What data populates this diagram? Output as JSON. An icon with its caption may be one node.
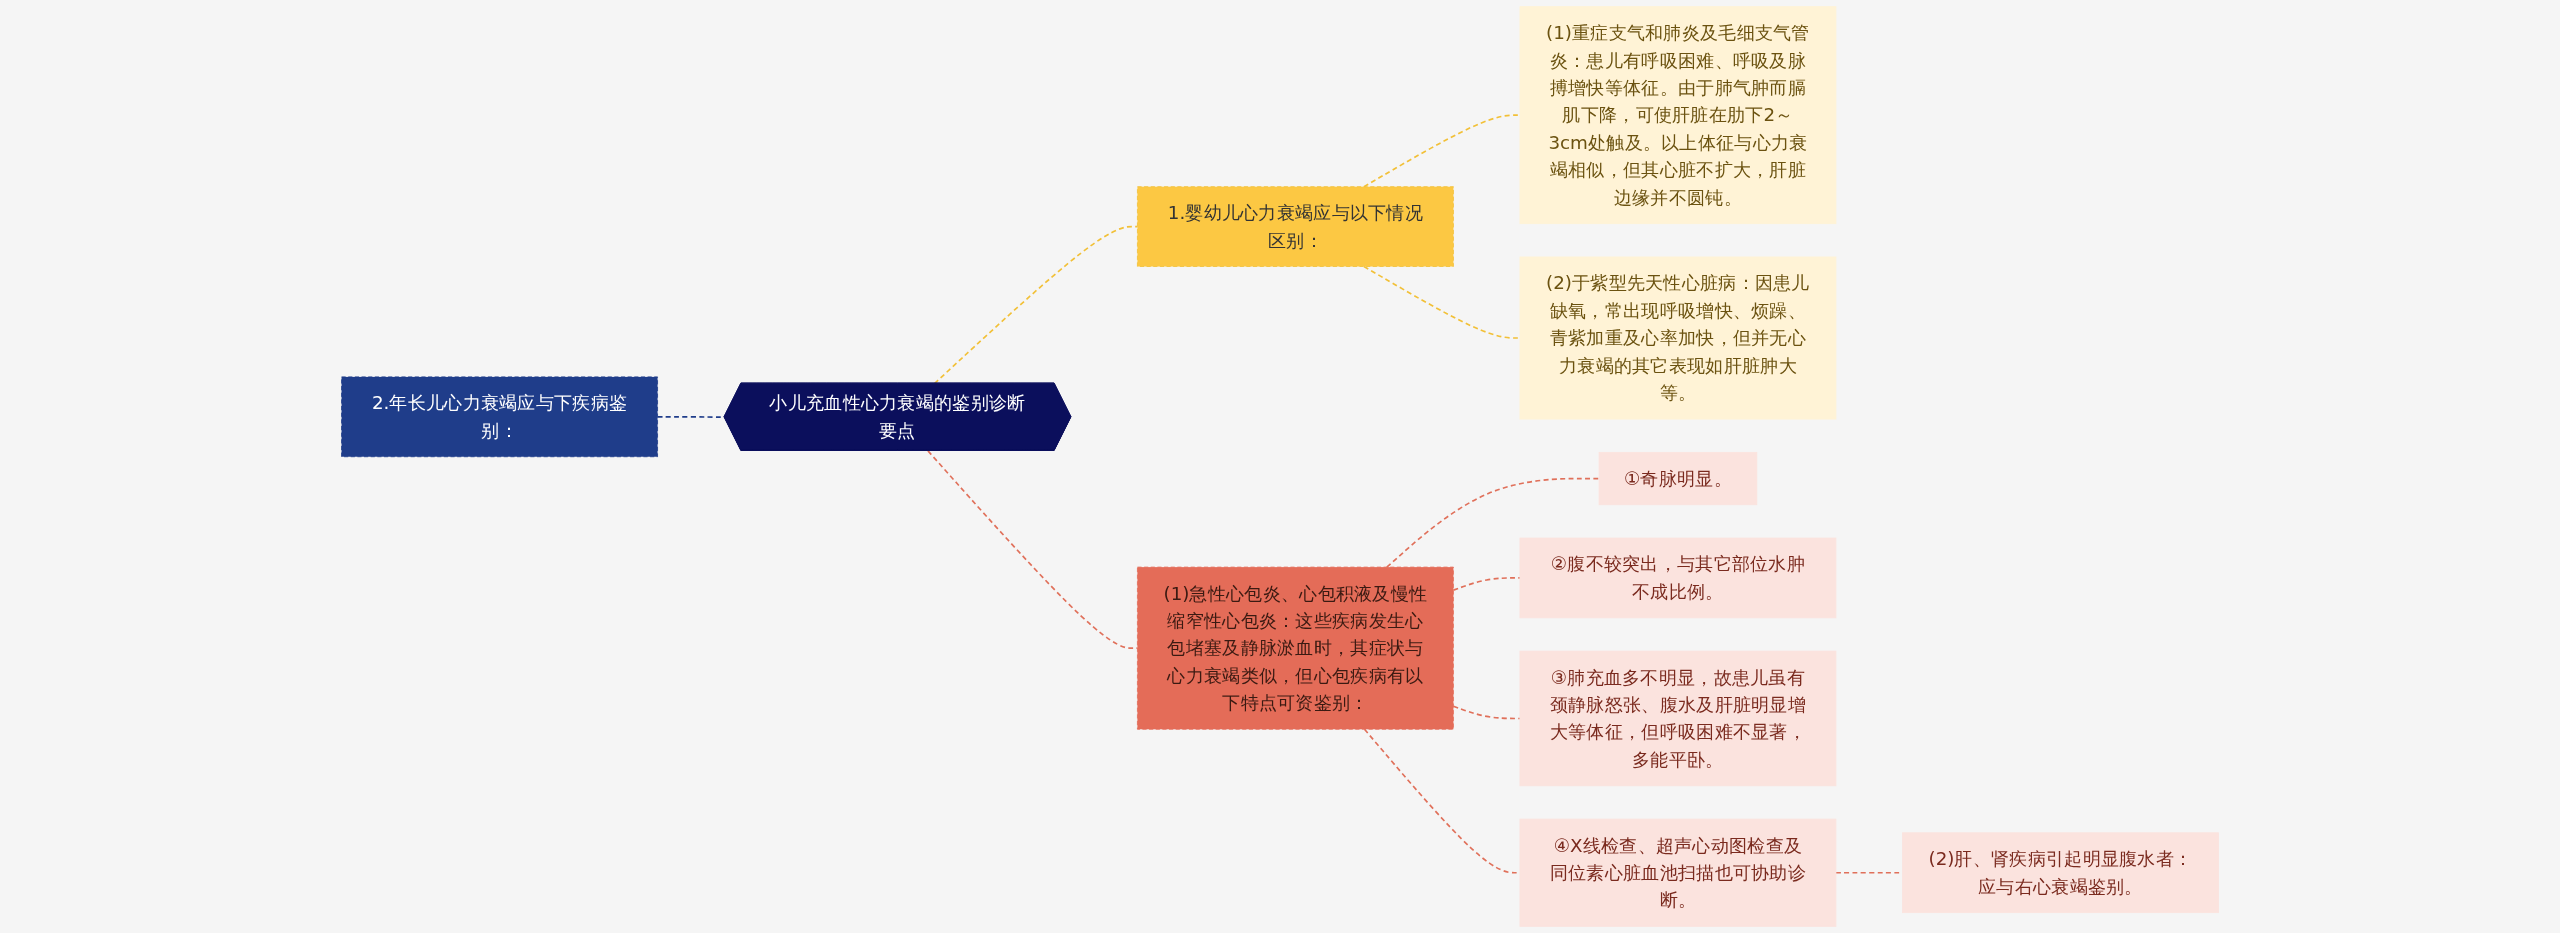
{
  "diagram": {
    "nodes": [
      {
        "text": [
          "小儿充血性心力衰竭的鉴别诊断要点"
        ]
      },
      {
        "text": [
          "1.婴幼儿心力衰竭应与以下情况区别："
        ]
      },
      {
        "text": [
          "(1)重症支气和肺炎及毛细支气管炎：患儿有呼吸困难、呼吸及脉搏增快等体征。由于肺气肿而膈肌下降，可使肝脏在肋下2～3cm处触及。以上体征与心力衰竭相似，但其心脏不扩大，肝脏边缘并不圆钝。"
        ]
      },
      {
        "text": [
          "(2)于紫型先天性心脏病：因患儿缺氧，常出现呼吸增快、烦躁、青紫加重及心率加快，但并无心力衰竭的其它表现如肝脏肿大等。"
        ]
      },
      {
        "text": [
          "(1)急性心包炎、心包积液及慢性缩窄性心包炎：这些疾病发生心包堵塞及静脉淤血时，其症状与心力衰竭类似，但心包疾病有以下特点可资鉴别："
        ]
      },
      {
        "text": [
          "①奇脉明显。"
        ]
      },
      {
        "text": [
          "②腹不较突出，与其它部位水肿不成比例。"
        ]
      },
      {
        "text": [
          "③肺充血多不明显，故患儿虽有颈静脉怒张、腹水及肝脏明显增大等体征，但呼吸困难不显著，多能平卧。"
        ]
      },
      {
        "text": [
          "④X线检查、超声心动图检查及同位素心脏血池扫描也可协助诊断。"
        ]
      },
      {
        "text": [
          "(2)肝、肾疾病引起明显腹水者：应与右心衰竭鉴别。"
        ]
      },
      {
        "text": [
          "2.年长儿心力衰竭应与下疾病鉴别："
        ]
      }
    ],
    "edges": [
      {
        "from": 0,
        "to": 1,
        "arrow": "none",
        "style": "dashed",
        "color": "#f2c037"
      },
      {
        "from": 1,
        "to": 2,
        "arrow": "none",
        "style": "dashed",
        "color": "#f2c037"
      },
      {
        "from": 1,
        "to": 3,
        "arrow": "none",
        "style": "dashed",
        "color": "#f2c037"
      },
      {
        "from": 0,
        "to": 4,
        "arrow": "none",
        "style": "dashed"
      },
      {
        "from": 4,
        "to": 5,
        "arrow": "none",
        "style": "dashed"
      },
      {
        "from": 4,
        "to": 6,
        "arrow": "none",
        "style": "dashed"
      },
      {
        "from": 4,
        "to": 7,
        "arrow": "none",
        "style": "dashed"
      },
      {
        "from": 4,
        "to": 8,
        "arrow": "none",
        "style": "dashed"
      },
      {
        "from": 8,
        "to": 9,
        "arrow": "none",
        "style": "dashed"
      },
      {
        "from": 10,
        "to": 0,
        "arrow": "none",
        "style": "dashed",
        "color": "#1f3d8a"
      }
    ]
  }
}
